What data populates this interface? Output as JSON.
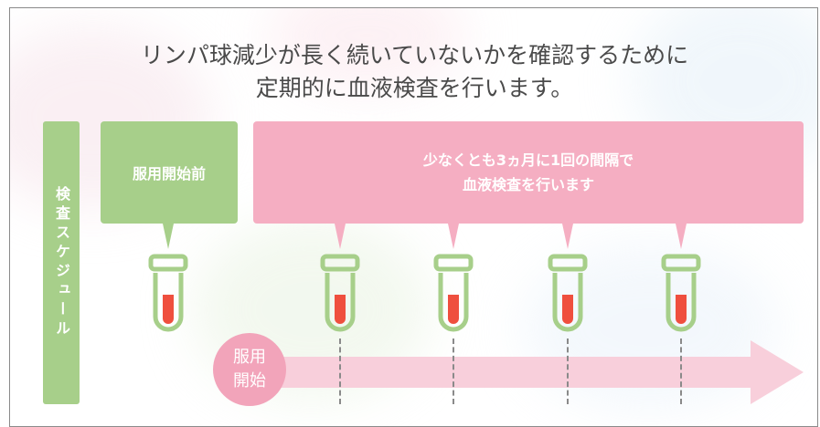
{
  "headline": {
    "line1": "リンパ球減少が長く続いていないかを確認するために",
    "line2": "定期的に血液検査を行います。"
  },
  "sidebar_label": "検査スケジュール",
  "before_label": "服用開始前",
  "interval_box": {
    "line1": "少なくとも3ヵ月に1回の間隔で",
    "line2": "血液検査を行います"
  },
  "start_marker": {
    "line1": "服用",
    "line2": "開始"
  },
  "colors": {
    "green": "#a7cf8a",
    "pink": "#f5aec2",
    "arrow_pink": "#f8cfdb",
    "blood_red": "#ef4f3e",
    "text_gray": "#4a4a4a"
  },
  "icons": [
    "blood-test-tube-icon"
  ]
}
